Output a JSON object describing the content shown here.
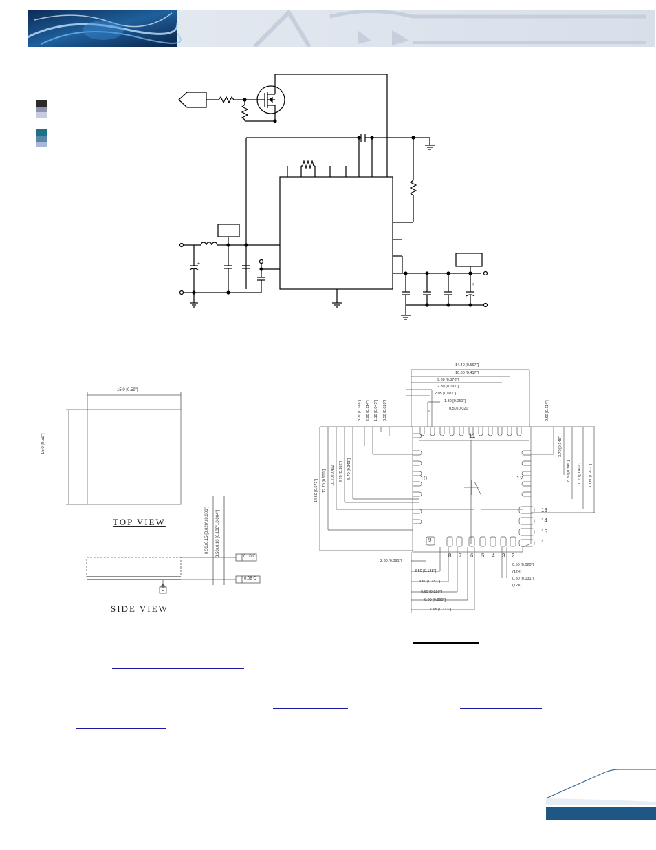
{
  "header": {
    "brand_colors": {
      "banner_dark": "#123a66",
      "banner_light": "#dde4ee",
      "accent_teal": "#1e6f8a"
    }
  },
  "legend_swatches": [
    {
      "top": "#2b2b2b",
      "bottom": "#b5bfd6"
    },
    {
      "top": "#1f6f86",
      "bottom": "#a9b8d6"
    }
  ],
  "mechanical": {
    "top_view_label": "TOP VIEW",
    "side_view_label": "SIDE VIEW",
    "top_view": {
      "width_dim": "15.0 [0.59\"]",
      "height_dim": "15.0 [0.59\"]"
    },
    "side_view": {
      "height_dim_1": "0.50±0.15 [0.020\"±0.006\"]",
      "height_dim_2": "3.50±0.10 [0.138\"±0.004\"]",
      "parallelism": "0.10 C",
      "flatness": "0.08 C",
      "datum": "C"
    },
    "footprint": {
      "pin_numbers": [
        "1",
        "2",
        "3",
        "4",
        "5",
        "6",
        "7",
        "8",
        "9",
        "10",
        "11",
        "12",
        "13",
        "14",
        "15"
      ],
      "top_dims": [
        "14.40 [0.567\"]",
        "10.60 [0.417\"]",
        "9.60 [0.378\"]",
        "2.30 [0.091\"]",
        "2.05 [0.081\"]",
        "1.30 [0.051\"]",
        "0.50 [0.020\"]"
      ],
      "top_left_vertical_dims": [
        "3.70 [0.146\"]",
        "2.90 [0.114\"]",
        "1.10 [0.043\"]",
        "0.50 [0.020\"]"
      ],
      "top_right_vertical_dim": "2.90 [0.114\"]",
      "left_dims": [
        "14.60 [0.571\"]",
        "12.70 [0.500\"]",
        "10.20 [0.402\"]",
        "9.70 [0.382\"]",
        "8.70 [0.343\"]"
      ],
      "right_dims": [
        "3.70 [0.146\"]",
        "8.80 [0.346\"]",
        "10.20 [0.402\"]",
        "10.60 [0.417\"]"
      ],
      "bottom_dims": [
        "2.30 [0.091\"]",
        "3.50 [0.138\"]",
        "4.60 [0.181\"]",
        "5.60 [0.220\"]",
        "6.60 [0.260\"]",
        "7.95 [0.313\"]"
      ],
      "bottom_right_dims": [
        "0.50 [0.020\"]",
        "(12X)",
        "0.80 [0.031\"]",
        "(12X)"
      ]
    }
  }
}
